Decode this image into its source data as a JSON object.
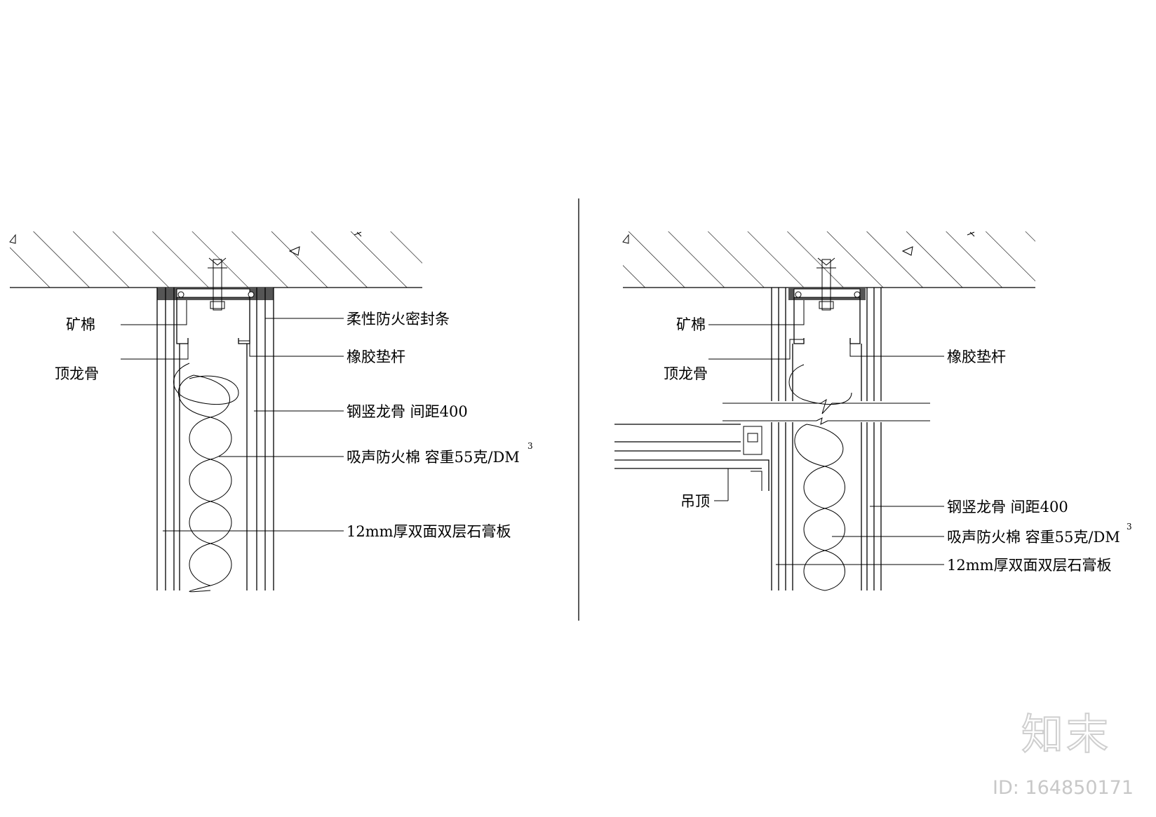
{
  "left_detail": {
    "labels": {
      "mineral_wool": "矿棉",
      "top_keel": "顶龙骨",
      "fire_seal": "柔性防火密封条",
      "rubber_pad": "橡胶垫杆",
      "steel_stud": "钢竖龙骨 间距400",
      "insulation": "吸声防火棉 容重55克/DM",
      "insulation_sup": "3",
      "gypsum_board": "12mm厚双面双层石膏板"
    }
  },
  "right_detail": {
    "labels": {
      "mineral_wool": "矿棉",
      "top_keel": "顶龙骨",
      "rubber_pad": "橡胶垫杆",
      "suspended_ceiling": "吊顶",
      "steel_stud": "钢竖龙骨 间距400",
      "insulation": "吸声防火棉 容重55克/DM",
      "insulation_sup": "3",
      "gypsum_board": "12mm厚双面双层石膏板"
    }
  },
  "watermark": {
    "logo": "知末",
    "id": "ID: 164850171"
  }
}
